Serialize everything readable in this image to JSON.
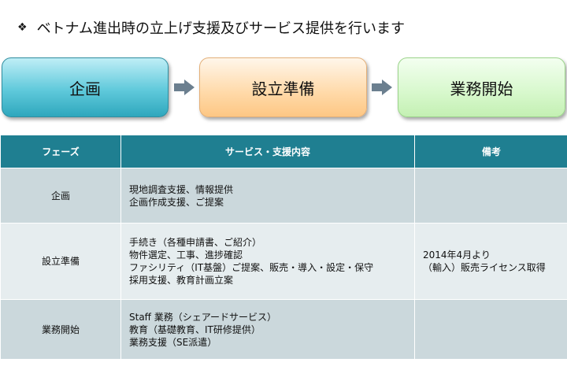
{
  "headline": {
    "bullet": "❖",
    "text": "ベトナム進出時の立上げ支援及びサービス提供を行います"
  },
  "flow": [
    {
      "label": "企画",
      "color": "#5fc9db"
    },
    {
      "label": "設立準備",
      "color": "#ffd9a8"
    },
    {
      "label": "業務開始",
      "color": "#d7f8cc"
    }
  ],
  "table": {
    "header": [
      "フェーズ",
      "サービス・支援内容",
      "備考"
    ],
    "header_color": "#1f7f91",
    "rows": [
      {
        "phase": "企画",
        "services": [
          "現地調査支援、情報提供",
          "企画作成支援、ご提案"
        ],
        "notes": []
      },
      {
        "phase": "設立準備",
        "services": [
          "手続き（各種申請書、ご紹介）",
          "物件選定、工事、進捗確認",
          "ファシリティ（IT基盤）ご提案、販売・導入・設定・保守",
          "採用支援、教育計画立案"
        ],
        "notes": [
          "2014年4月より",
          "（輸入）販売ライセンス取得"
        ]
      },
      {
        "phase": "業務開始",
        "services": [
          "Staff 業務（シェアードサービス）",
          "教育（基礎教育、IT研修提供）",
          "業務支援（SE派遣）"
        ],
        "notes": []
      }
    ]
  }
}
